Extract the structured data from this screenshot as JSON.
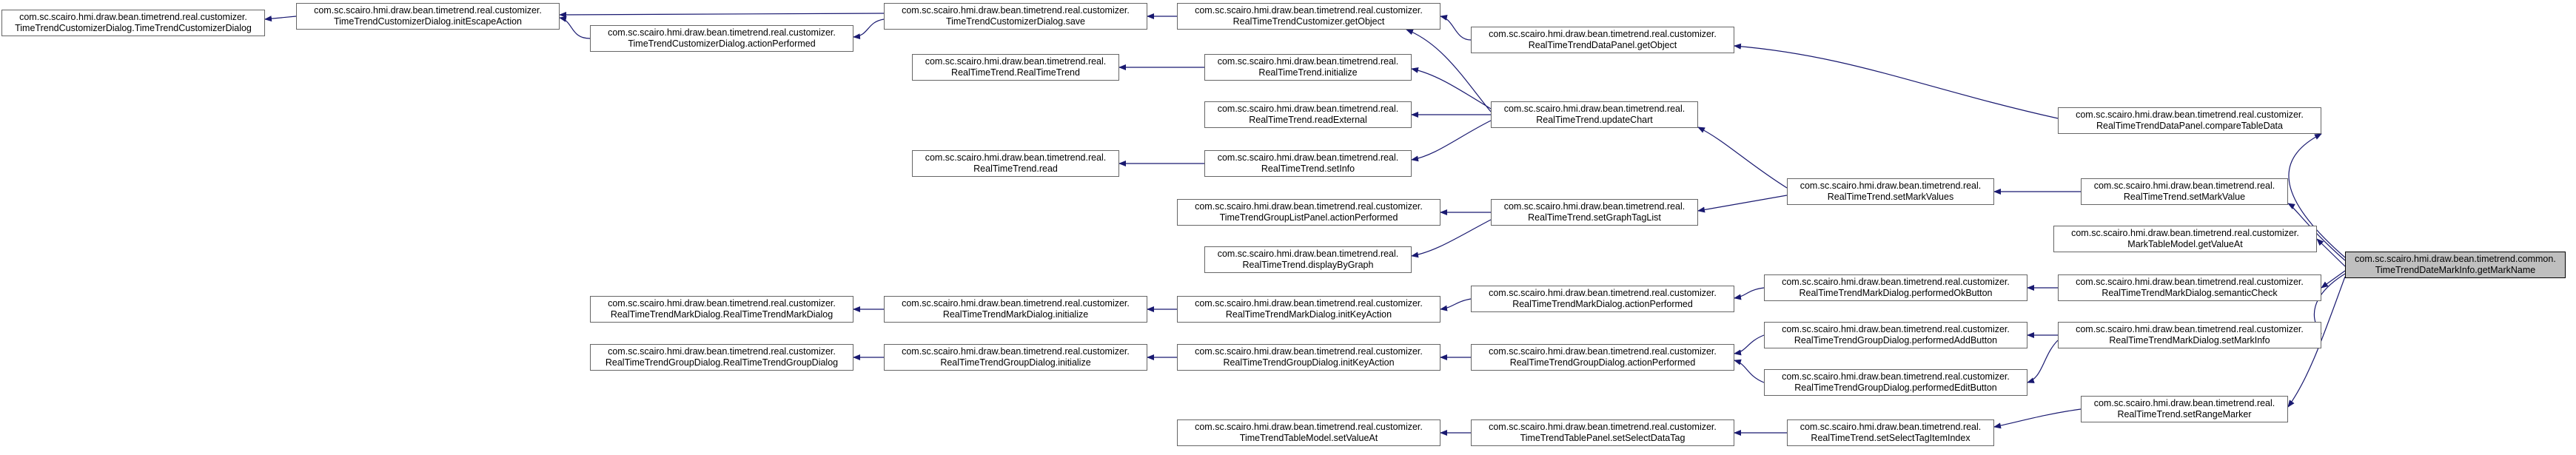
{
  "colors": {
    "edge": "#191970",
    "node_border": "#666666",
    "focus_fill": "#bfbfbf"
  },
  "nodes": {
    "n_ttcd_ctor": [
      "com.sc.scairo.hmi.draw.bean.timetrend.real.customizer.",
      "TimeTrendCustomizerDialog.TimeTrendCustomizerDialog"
    ],
    "n_ttcd_initEscape": [
      "com.sc.scairo.hmi.draw.bean.timetrend.real.customizer.",
      "TimeTrendCustomizerDialog.initEscapeAction"
    ],
    "n_ttcd_actionPerf": [
      "com.sc.scairo.hmi.draw.bean.timetrend.real.customizer.",
      "TimeTrendCustomizerDialog.actionPerformed"
    ],
    "n_ttcd_save": [
      "com.sc.scairo.hmi.draw.bean.timetrend.real.customizer.",
      "TimeTrendCustomizerDialog.save"
    ],
    "n_rtc_getObject": [
      "com.sc.scairo.hmi.draw.bean.timetrend.real.customizer.",
      "RealTimeTrendCustomizer.getObject"
    ],
    "n_rtdp_getObject": [
      "com.sc.scairo.hmi.draw.bean.timetrend.real.customizer.",
      "RealTimeTrendDataPanel.getObject"
    ],
    "n_rtt_ctor": [
      "com.sc.scairo.hmi.draw.bean.timetrend.real.",
      "RealTimeTrend.RealTimeTrend"
    ],
    "n_rtt_initialize": [
      "com.sc.scairo.hmi.draw.bean.timetrend.real.",
      "RealTimeTrend.initialize"
    ],
    "n_rtt_readExternal": [
      "com.sc.scairo.hmi.draw.bean.timetrend.real.",
      "RealTimeTrend.readExternal"
    ],
    "n_rtt_read": [
      "com.sc.scairo.hmi.draw.bean.timetrend.real.",
      "RealTimeTrend.read"
    ],
    "n_rtt_setInfo": [
      "com.sc.scairo.hmi.draw.bean.timetrend.real.",
      "RealTimeTrend.setInfo"
    ],
    "n_rtt_updateChart": [
      "com.sc.scairo.hmi.draw.bean.timetrend.real.",
      "RealTimeTrend.updateChart"
    ],
    "n_rtdp_compare": [
      "com.sc.scairo.hmi.draw.bean.timetrend.real.customizer.",
      "RealTimeTrendDataPanel.compareTableData"
    ],
    "n_ttglp_actionPerf": [
      "com.sc.scairo.hmi.draw.bean.timetrend.real.customizer.",
      "TimeTrendGroupListPanel.actionPerformed"
    ],
    "n_rtt_displayByGraph": [
      "com.sc.scairo.hmi.draw.bean.timetrend.real.",
      "RealTimeTrend.displayByGraph"
    ],
    "n_rtt_setGraphTagList": [
      "com.sc.scairo.hmi.draw.bean.timetrend.real.",
      "RealTimeTrend.setGraphTagList"
    ],
    "n_rtt_setMarkValues": [
      "com.sc.scairo.hmi.draw.bean.timetrend.real.",
      "RealTimeTrend.setMarkValues"
    ],
    "n_rtt_setMarkValue": [
      "com.sc.scairo.hmi.draw.bean.timetrend.real.",
      "RealTimeTrend.setMarkValue"
    ],
    "n_mtm_getValueAt": [
      "com.sc.scairo.hmi.draw.bean.timetrend.real.customizer.",
      "MarkTableModel.getValueAt"
    ],
    "n_focus": [
      "com.sc.scairo.hmi.draw.bean.timetrend.common.",
      "TimeTrendDateMarkInfo.getMarkName"
    ],
    "n_rtmd_ctor": [
      "com.sc.scairo.hmi.draw.bean.timetrend.real.customizer.",
      "RealTimeTrendMarkDialog.RealTimeTrendMarkDialog"
    ],
    "n_rtmd_initialize": [
      "com.sc.scairo.hmi.draw.bean.timetrend.real.customizer.",
      "RealTimeTrendMarkDialog.initialize"
    ],
    "n_rtmd_initKey": [
      "com.sc.scairo.hmi.draw.bean.timetrend.real.customizer.",
      "RealTimeTrendMarkDialog.initKeyAction"
    ],
    "n_rtmd_actionPerf": [
      "com.sc.scairo.hmi.draw.bean.timetrend.real.customizer.",
      "RealTimeTrendMarkDialog.actionPerformed"
    ],
    "n_rtmd_okButton": [
      "com.sc.scairo.hmi.draw.bean.timetrend.real.customizer.",
      "RealTimeTrendMarkDialog.performedOkButton"
    ],
    "n_rtmd_semantic": [
      "com.sc.scairo.hmi.draw.bean.timetrend.real.customizer.",
      "RealTimeTrendMarkDialog.semanticCheck"
    ],
    "n_rtgd_ctor": [
      "com.sc.scairo.hmi.draw.bean.timetrend.real.customizer.",
      "RealTimeTrendGroupDialog.RealTimeTrendGroupDialog"
    ],
    "n_rtgd_initialize": [
      "com.sc.scairo.hmi.draw.bean.timetrend.real.customizer.",
      "RealTimeTrendGroupDialog.initialize"
    ],
    "n_rtgd_initKey": [
      "com.sc.scairo.hmi.draw.bean.timetrend.real.customizer.",
      "RealTimeTrendGroupDialog.initKeyAction"
    ],
    "n_rtgd_actionPerf": [
      "com.sc.scairo.hmi.draw.bean.timetrend.real.customizer.",
      "RealTimeTrendGroupDialog.actionPerformed"
    ],
    "n_rtgd_addButton": [
      "com.sc.scairo.hmi.draw.bean.timetrend.real.customizer.",
      "RealTimeTrendGroupDialog.performedAddButton"
    ],
    "n_rtgd_editButton": [
      "com.sc.scairo.hmi.draw.bean.timetrend.real.customizer.",
      "RealTimeTrendGroupDialog.performedEditButton"
    ],
    "n_rtmd_setMarkInfo": [
      "com.sc.scairo.hmi.draw.bean.timetrend.real.customizer.",
      "RealTimeTrendMarkDialog.setMarkInfo"
    ],
    "n_rtt_setRangeMarker": [
      "com.sc.scairo.hmi.draw.bean.timetrend.real.",
      "RealTimeTrend.setRangeMarker"
    ],
    "n_tttm_setValueAt": [
      "com.sc.scairo.hmi.draw.bean.timetrend.real.customizer.",
      "TimeTrendTableModel.setValueAt"
    ],
    "n_tttp_selectData": [
      "com.sc.scairo.hmi.draw.bean.timetrend.real.customizer.",
      "TimeTrendTablePanel.setSelectDataTag"
    ],
    "n_rtt_selectTagItem": [
      "com.sc.scairo.hmi.draw.bean.timetrend.real.",
      "RealTimeTrend.setSelectTagItemIndex"
    ]
  }
}
